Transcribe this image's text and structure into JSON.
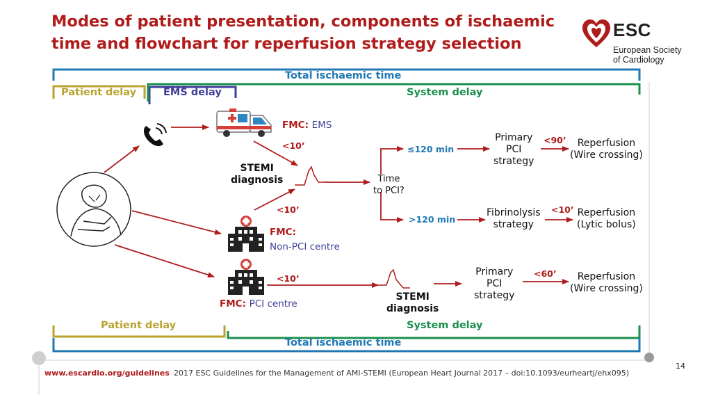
{
  "title": "Modes of patient presentation, components of ischaemic time and flowchart for reperfusion strategy selection",
  "logo": {
    "name": "ESC",
    "subtitle_line1": "European Society",
    "subtitle_line2": "of Cardiology"
  },
  "colors": {
    "title_red": "#b01b1b",
    "total_blue": "#1f78b4",
    "patient_gold": "#b9a32e",
    "ems_navy": "#3f3f9a",
    "system_green": "#1a8f4e",
    "arrow_red": "#b01b1b"
  },
  "timeline_top": {
    "total": "Total ischaemic time",
    "patient": "Patient delay",
    "ems": "EMS delay",
    "system": "System delay"
  },
  "timeline_bottom": {
    "patient": "Patient delay",
    "system": "System delay",
    "total": "Total ischaemic time"
  },
  "icons": {
    "phone": "phone-icon",
    "ambulance": "ambulance-icon",
    "patient": "patient-chest-pain-icon",
    "hospital": "hospital-icon",
    "ecg": "ecg-stemi-icon"
  },
  "flow": {
    "fmc_ems_prefix": "FMC:",
    "fmc_ems_suffix": "EMS",
    "lt10_a": "<10’",
    "lt10_b": "<10’",
    "lt10_c": "<10’",
    "stemi_dx_line1": "STEMI",
    "stemi_dx_line2": "diagnosis",
    "fmc_nonpci_line1": "FMC:",
    "fmc_nonpci_line2": "Non-PCI centre",
    "fmc_pci_prefix": "FMC:",
    "fmc_pci_suffix": "PCI centre",
    "time_to_pci_line1": "Time",
    "time_to_pci_line2": "to PCI?",
    "le120": "≤120 min",
    "gt120": ">120 min",
    "primary_pci_line1": "Primary",
    "primary_pci_line2": "PCI",
    "primary_pci_line3": "strategy",
    "lt90": "<90’",
    "reperf_wire_line1": "Reperfusion",
    "reperf_wire_line2": "(Wire crossing)",
    "fibrinolysis_line1": "Fibrinolysis",
    "fibrinolysis_line2": "strategy",
    "lt10_fib": "<10’",
    "reperf_lytic_line1": "Reperfusion",
    "reperf_lytic_line2": "(Lytic bolus)",
    "stemi_dx2_line1": "STEMI",
    "stemi_dx2_line2": "diagnosis",
    "primary_pci2_line1": "Primary",
    "primary_pci2_line2": "PCI",
    "primary_pci2_line3": "strategy",
    "lt60": "<60’",
    "reperf_wire2_line1": "Reperfusion",
    "reperf_wire2_line2": "(Wire crossing)"
  },
  "footer": {
    "url": "www.escardio.org/guidelines",
    "citation": "2017 ESC Guidelines for the Management of AMI-STEMI (European Heart Journal 2017 – doi:10.1093/eurheartj/ehx095)",
    "page": "14"
  }
}
